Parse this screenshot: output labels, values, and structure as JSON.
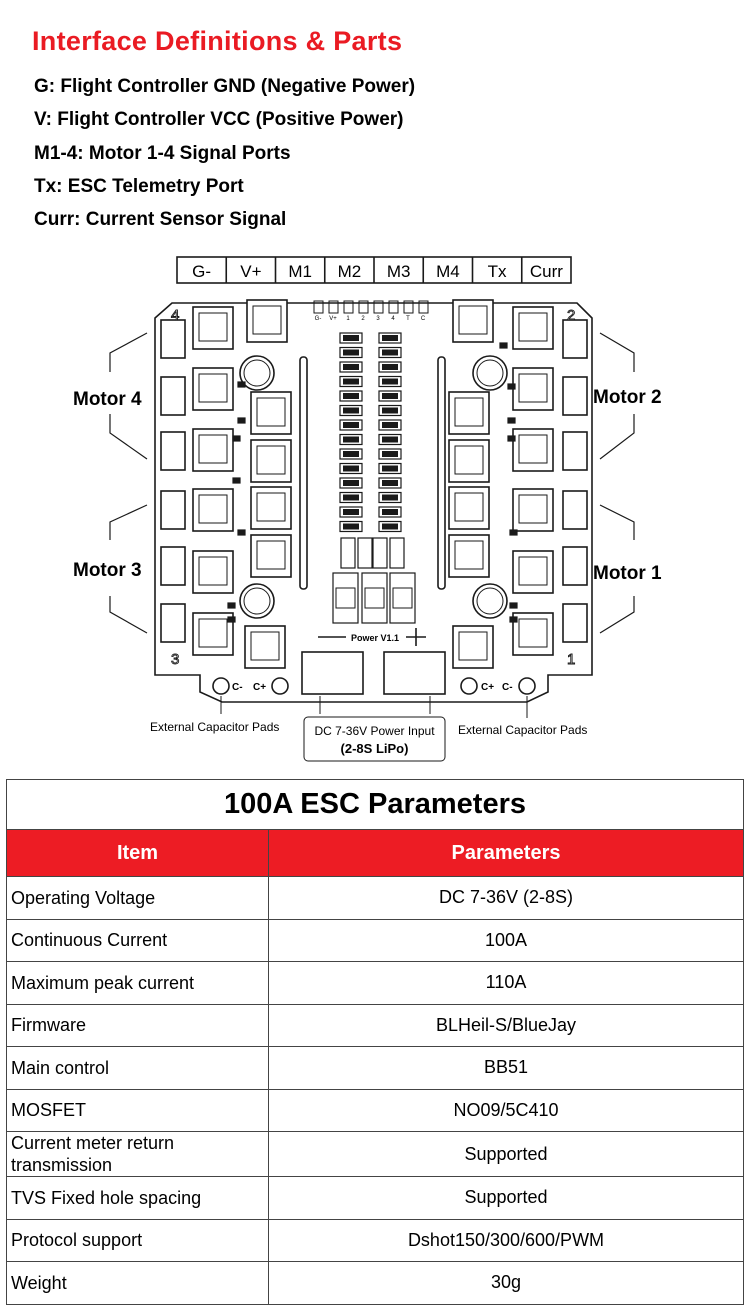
{
  "title": "Interface Definitions & Parts",
  "definitions": [
    "G: Flight Controller GND (Negative Power)",
    "V: Flight Controller VCC (Positive Power)",
    "M1-4: Motor 1-4 Signal Ports",
    "Tx: ESC Telemetry Port",
    "Curr: Current Sensor Signal"
  ],
  "diagram": {
    "ports": [
      "G-",
      "V+",
      "M1",
      "M2",
      "M3",
      "M4",
      "Tx",
      "Curr"
    ],
    "pin_labels": [
      "G-",
      "V+",
      "1",
      "2",
      "3",
      "4",
      "T",
      "C"
    ],
    "corner_numbers": [
      "4",
      "2",
      "3",
      "1"
    ],
    "motor_labels": {
      "m4": "Motor 4",
      "m2": "Motor 2",
      "m3": "Motor 3",
      "m1": "Motor 1"
    },
    "board_label": "Power V1.1",
    "pad_labels": {
      "c_minus": "C-",
      "c_plus": "C+"
    },
    "ext_cap_left": "External Capacitor Pads",
    "ext_cap_right": "External Capacitor Pads",
    "power_input_line1": "DC 7-36V Power Input",
    "power_input_line2": "(2-8S LiPo)"
  },
  "params": {
    "title": "100A ESC Parameters",
    "headers": {
      "item": "Item",
      "value": "Parameters"
    },
    "rows": [
      {
        "item": "Operating Voltage",
        "value": "DC 7-36V (2-8S)"
      },
      {
        "item": "Continuous Current",
        "value": "100A"
      },
      {
        "item": "Maximum peak current",
        "value": "110A"
      },
      {
        "item": "Firmware",
        "value": "BLHeil-S/BlueJay"
      },
      {
        "item": "Main control",
        "value": "BB51"
      },
      {
        "item": "MOSFET",
        "value": "NO09/5C410"
      },
      {
        "item": "Current meter return transmission",
        "value": "Supported"
      },
      {
        "item": "TVS Fixed hole spacing",
        "value": "Supported"
      },
      {
        "item": "Protocol support",
        "value": "Dshot150/300/600/PWM"
      },
      {
        "item": "Weight",
        "value": "30g"
      }
    ]
  },
  "colors": {
    "accent": "#ea1b23",
    "header_bg": "#ed1c24",
    "stroke": "#1a1a1a"
  }
}
